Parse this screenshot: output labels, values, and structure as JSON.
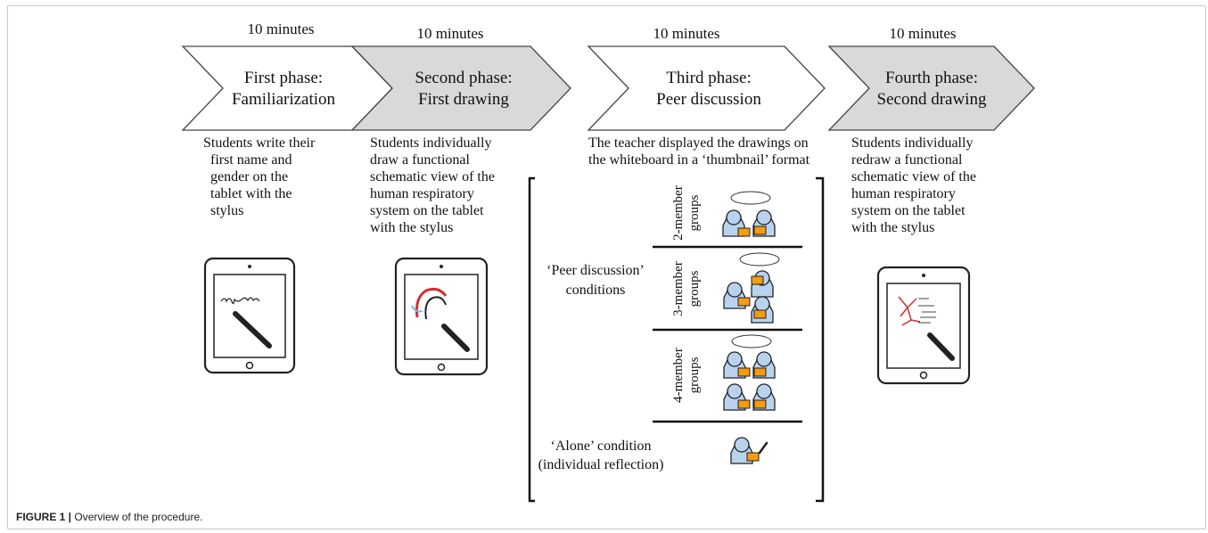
{
  "phases": [
    {
      "duration": "10 minutes",
      "title_line1": "First phase:",
      "title_line2": "Familiarization",
      "fill": "#ffffff",
      "description": [
        "Students write their",
        "first name and",
        "gender on the",
        "tablet with the",
        "stylus"
      ],
      "tablet_writing": "my name"
    },
    {
      "duration": "10 minutes",
      "title_line1": "Second phase:",
      "title_line2": "First drawing",
      "fill": "#d9d9d9",
      "description": [
        "Students individually",
        "draw a functional",
        "schematic view of the",
        "human respiratory",
        "system on the tablet",
        "with the stylus"
      ]
    },
    {
      "duration": "10 minutes",
      "title_line1": "Third phase:",
      "title_line2": "Peer discussion",
      "fill": "#ffffff",
      "description": [
        "The teacher displayed the drawings on",
        "the whiteboard in a ‘thumbnail’ format"
      ]
    },
    {
      "duration": "10 minutes",
      "title_line1": "Fourth phase:",
      "title_line2": "Second drawing",
      "fill": "#d9d9d9",
      "description": [
        "Students individually",
        "redraw a functional",
        "schematic view of the",
        "human respiratory",
        "system on the tablet",
        "with the stylus"
      ]
    }
  ],
  "conditions": {
    "peer_label_line1": "‘Peer discussion’",
    "peer_label_line2": "conditions",
    "alone_label_line1": "‘Alone’ condition",
    "alone_label_line2": "(individual reflection)",
    "groups": [
      {
        "line1": "2-member",
        "line2": "groups"
      },
      {
        "line1": "3-member",
        "line2": "groups"
      },
      {
        "line1": "4-member",
        "line2": "groups"
      }
    ]
  },
  "colors": {
    "person": "#b9d3ee",
    "tablet": "#f39c12",
    "outline": "#222222",
    "shaded_arrow": "#d9d9d9"
  },
  "caption": {
    "label": "FIGURE 1 |",
    "text": " Overview of the procedure."
  }
}
